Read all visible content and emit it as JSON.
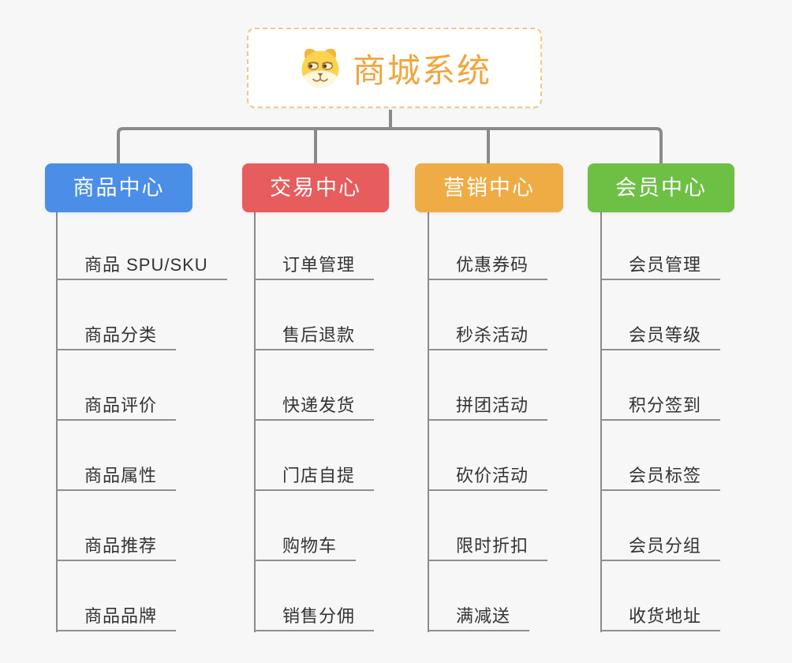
{
  "canvas": {
    "bg": "#F7F7F7",
    "connector_color": "#8A8A8A",
    "underline_color": "#8F8F8F",
    "item_text_color": "#333333"
  },
  "root": {
    "title": "商城系统",
    "icon": "doge-icon",
    "text_color": "#F0A63E",
    "border_color": "#F3C887",
    "bg": "#FFFFFF"
  },
  "columns": [
    {
      "title": "商品中心",
      "color": "#4A8EE8",
      "items": [
        "商品 SPU/SKU",
        "商品分类",
        "商品评价",
        "商品属性",
        "商品推荐",
        "商品品牌"
      ]
    },
    {
      "title": "交易中心",
      "color": "#E75C5C",
      "items": [
        "订单管理",
        "售后退款",
        "快递发货",
        "门店自提",
        "购物车",
        "销售分佣"
      ]
    },
    {
      "title": "营销中心",
      "color": "#EFAC45",
      "items": [
        "优惠券码",
        "秒杀活动",
        "拼团活动",
        "砍价活动",
        "限时折扣",
        "满减送"
      ]
    },
    {
      "title": "会员中心",
      "color": "#6DC044",
      "items": [
        "会员管理",
        "会员等级",
        "积分签到",
        "会员标签",
        "会员分组",
        "收货地址"
      ]
    }
  ]
}
